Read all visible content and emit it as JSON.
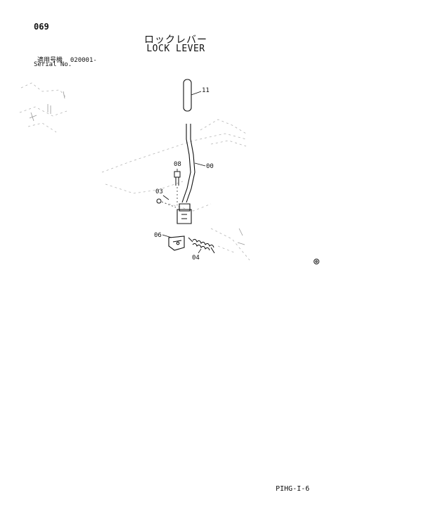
{
  "header": {
    "page_number": "069",
    "title_jp": "ロックレバー",
    "title_en": "LOCK LEVER",
    "serial_label_jp": "適用号機",
    "serial_value": "020001-",
    "serial_label_en": "Serial No."
  },
  "callouts": {
    "grip": "11",
    "lever": "00",
    "bolt": "08",
    "nut": "03",
    "bracket": "06",
    "spring": "04"
  },
  "footer": {
    "code": "PIHG-I-6"
  }
}
